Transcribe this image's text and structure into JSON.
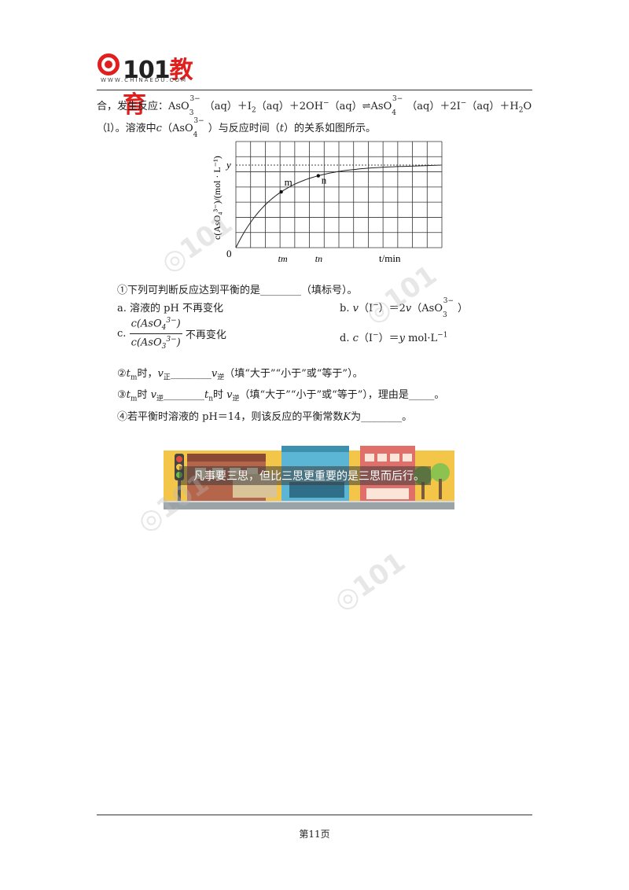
{
  "header": {
    "logo_text_1": "101",
    "logo_text_2": "教育",
    "logo_url": "WWW.CHINAEDU.COM"
  },
  "problem": {
    "line1_a": "合，发生反应：AsO",
    "line1_b": "（aq）＋I",
    "line1_c": "（aq）＋2OH",
    "line1_d": "（aq）⇌AsO",
    "line1_e": "（aq）＋2I",
    "line1_f": "（aq）＋H",
    "line1_g": "O",
    "line2_a": "（l）。溶液中",
    "line2_b": "c",
    "line2_c": "（AsO",
    "line2_d": "）与反应时间（",
    "line2_e": "t",
    "line2_f": "）的关系如图所示。"
  },
  "chart_data": {
    "type": "line",
    "title": "",
    "xlabel": "t/min",
    "ylabel": "c(AsO₄³⁻)/(mol · L⁻¹)",
    "origin_label": "0",
    "x_ticks": [
      "tm",
      "tn"
    ],
    "y_ticks": [
      "y"
    ],
    "points": [
      {
        "label": "m",
        "x_tick": "tm"
      },
      {
        "label": "n",
        "x_tick": "tn"
      }
    ],
    "grid": true,
    "asymptote_label": "y"
  },
  "questions": {
    "q1": "①下列可判断反应达到平衡的是________（填标号）。",
    "a": "a. 溶液的 pH 不再变化",
    "b_pre": "b. ",
    "b_v1": "v",
    "b_mid": "（I",
    "b_mid2": "）＝2",
    "b_v2": "v",
    "b_end": "（AsO",
    "b_close": "）",
    "c_pre": "c.",
    "c_num": "c(AsO",
    "c_den": "c(AsO",
    "c_post": "不再变化",
    "d_pre": "d. ",
    "d_c": "c",
    "d_mid": "（I",
    "d_mid2": "）＝",
    "d_y": "y",
    "d_unit": " mol·L",
    "q2_a": "②",
    "q2_b": "时，",
    "q2_c": "________",
    "q2_d": "（填“大于”“小于”或“等于”）。",
    "q3_a": "③",
    "q3_b": "时",
    "q3_c": "________",
    "q3_d": "时",
    "q3_e": "（填“大于”“小于”或“等于”），理由是_____。",
    "q4": "④若平衡时溶液的 pH＝14，则该反应的平衡常数",
    "q4_K": "K",
    "q4_end": "为________。"
  },
  "banner": {
    "caption": "凡事要三思，但比三思更重要的是三思而后行。"
  },
  "footer": {
    "page": "第11页"
  }
}
